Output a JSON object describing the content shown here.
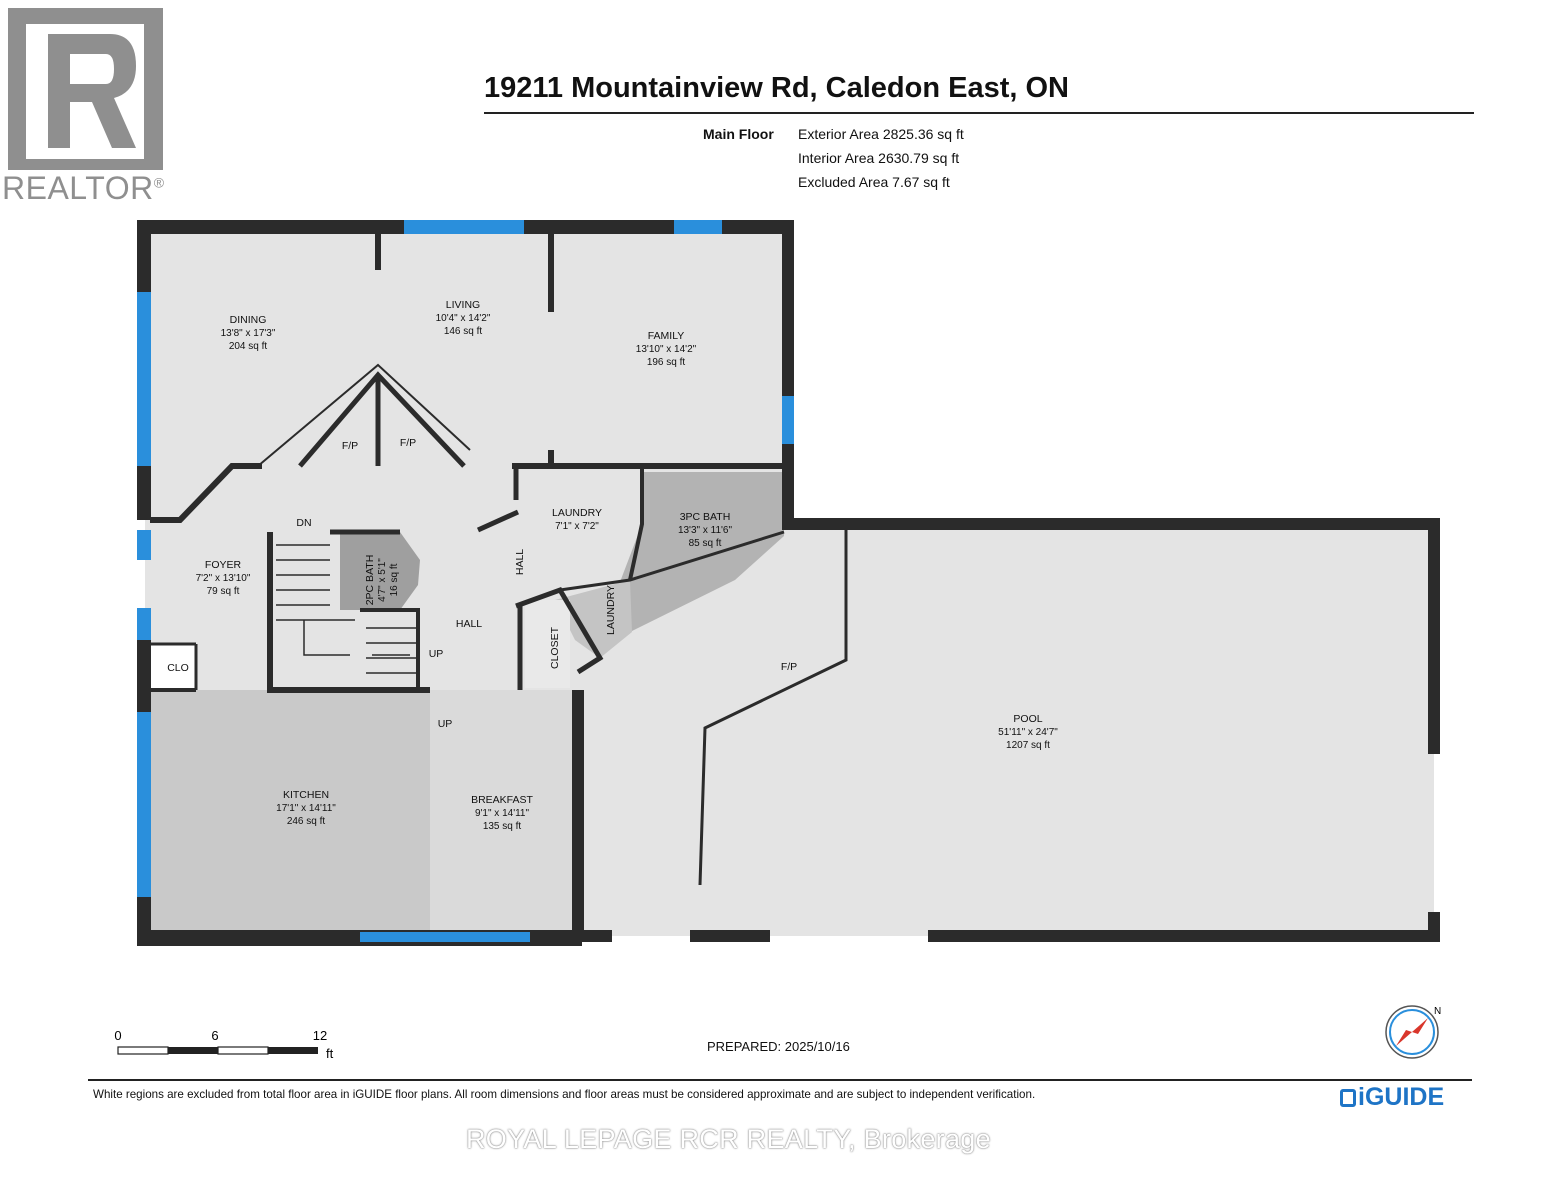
{
  "logo": {
    "brand_word": "REALTOR",
    "registered_mark": "®"
  },
  "title": "19211 Mountainview Rd, Caledon East, ON",
  "floor": {
    "label": "Main Floor",
    "areas": [
      "Exterior Area 2825.36 sq ft",
      "Interior Area 2630.79 sq ft",
      "Excluded Area 7.67 sq ft"
    ]
  },
  "rooms": {
    "dining": {
      "name": "DINING",
      "dims": "13'8\" x 17'3\"",
      "area": "204 sq ft"
    },
    "living": {
      "name": "LIVING",
      "dims": "10'4\" x 14'2\"",
      "area": "146 sq ft"
    },
    "family": {
      "name": "FAMILY",
      "dims": "13'10\" x 14'2\"",
      "area": "196 sq ft"
    },
    "foyer": {
      "name": "FOYER",
      "dims": "7'2\" x 13'10\"",
      "area": "79 sq ft"
    },
    "laundry": {
      "name": "LAUNDRY",
      "dims": "7'1\" x 7'2\""
    },
    "bath3": {
      "name": "3PC BATH",
      "dims": "13'3\" x 11'6\"",
      "area": "85 sq ft"
    },
    "bath2": {
      "name": "2PC BATH",
      "dims": "4'7\" x 5'1\"",
      "area": "16 sq ft"
    },
    "kitchen": {
      "name": "KITCHEN",
      "dims": "17'1\" x 14'11\"",
      "area": "246 sq ft"
    },
    "breakfast": {
      "name": "BREAKFAST",
      "dims": "9'1\" x 14'11\"",
      "area": "135 sq ft"
    },
    "pool": {
      "name": "POOL",
      "dims": "51'11\" x 24'7\"",
      "area": "1207 sq ft"
    }
  },
  "small_labels": {
    "fp": "F/P",
    "dn": "DN",
    "up": "UP",
    "hall": "HALL",
    "closet": "CLOSET",
    "laundry": "LAUNDRY",
    "clo": "CLO"
  },
  "scale": {
    "ticks": [
      "0",
      "6",
      "12"
    ],
    "unit": "ft"
  },
  "prepared": "PREPARED: 2025/10/16",
  "compass": {
    "north_label": "N"
  },
  "disclaimer": "White regions are excluded from total floor area in iGUIDE floor plans. All room dimensions and floor areas must be considered approximate and are subject to independent verification.",
  "iguide_logo": "iGUIDE",
  "watermark": "ROYAL LEPAGE RCR REALTY, Brokerage",
  "colors": {
    "wall": "#2b2b2b",
    "window": "#2a8fdc",
    "floor": "#e4e4e4",
    "wet_room": "#b8b8b8",
    "kitchen": "#c9c9c9",
    "accent": "#1e74c6"
  }
}
